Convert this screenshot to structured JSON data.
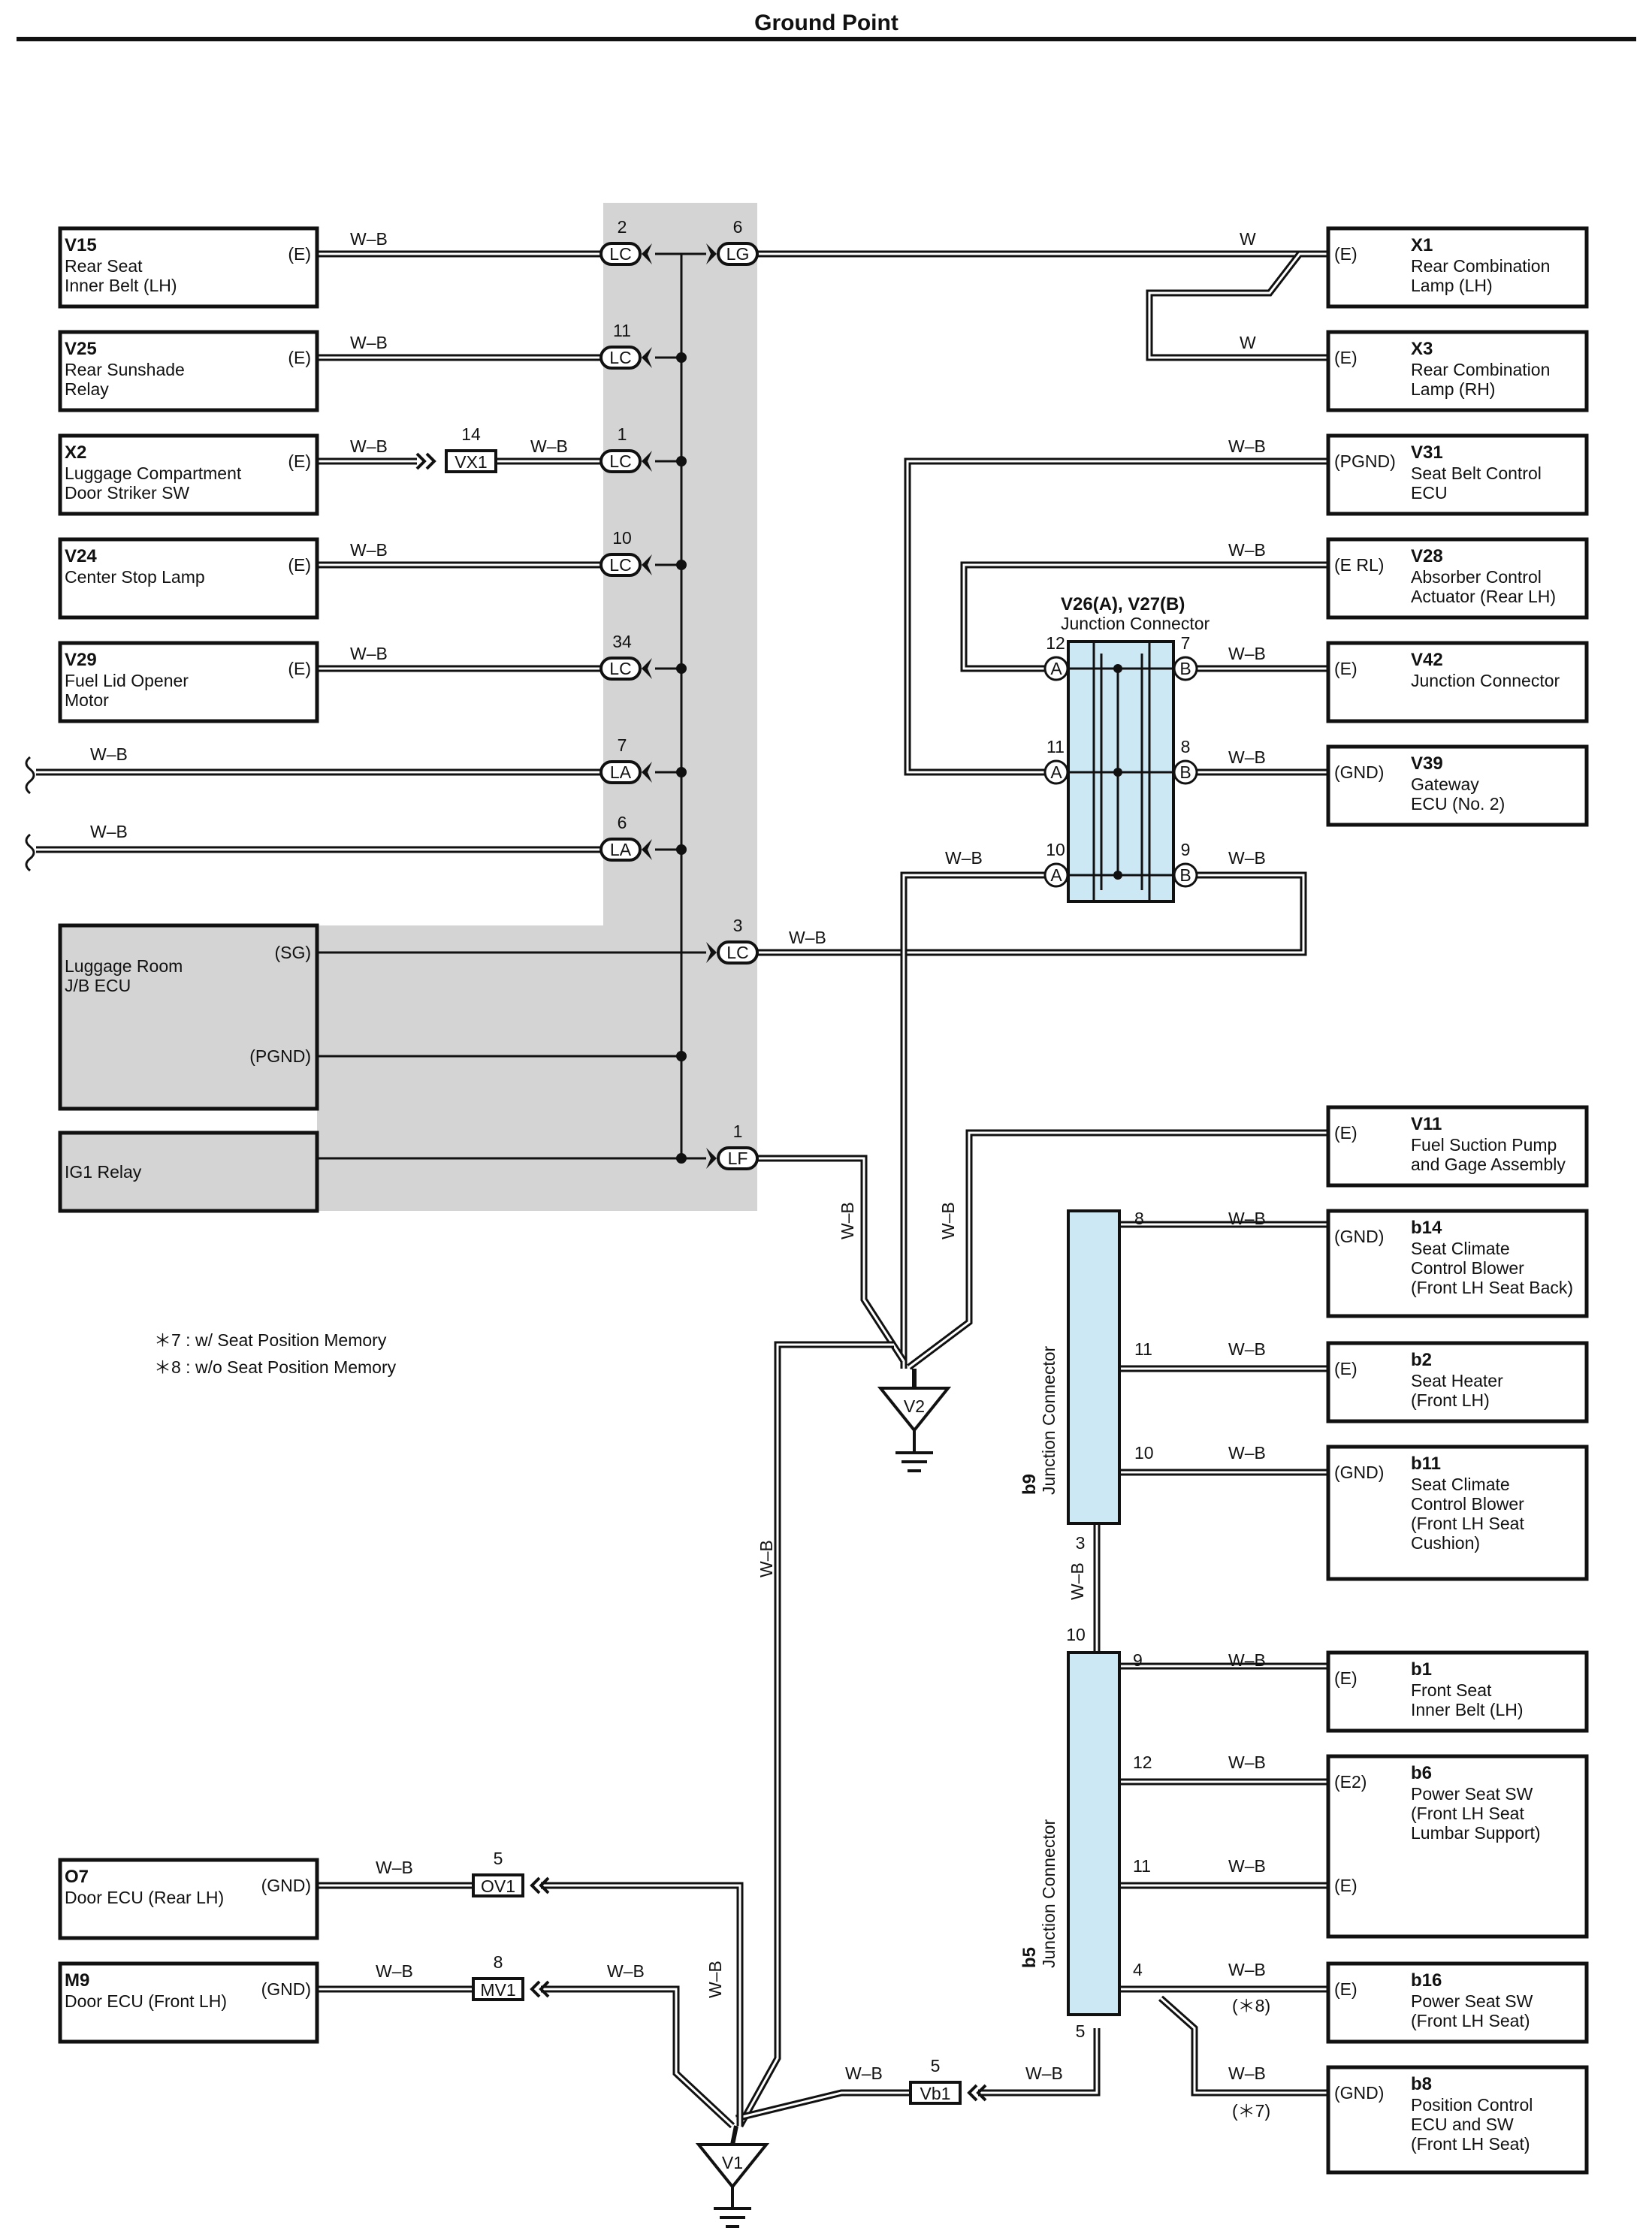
{
  "page": {
    "title": "Ground Point"
  },
  "left_components": [
    {
      "code": "V15",
      "lines": [
        "Rear Seat",
        "Inner Belt (LH)"
      ],
      "term": "(E)",
      "wire": "W–B",
      "pin": "2",
      "conn": "LC"
    },
    {
      "code": "V25",
      "lines": [
        "Rear Sunshade",
        "Relay"
      ],
      "term": "(E)",
      "wire": "W–B",
      "pin": "11",
      "conn": "LC"
    },
    {
      "code": "X2",
      "lines": [
        "Luggage Compartment",
        "Door Striker SW"
      ],
      "term": "(E)",
      "wire": "W–B",
      "pin": "1",
      "conn": "LC"
    },
    {
      "code": "V24",
      "lines": [
        "Center Stop Lamp"
      ],
      "term": "(E)",
      "wire": "W–B",
      "pin": "10",
      "conn": "LC"
    },
    {
      "code": "V29",
      "lines": [
        "Fuel Lid Opener",
        "Motor"
      ],
      "term": "(E)",
      "wire": "W–B",
      "pin": "34",
      "conn": "LC"
    }
  ],
  "x2_inline": {
    "pin": "14",
    "conn": "VX1",
    "wire": "W–B"
  },
  "open_wires": [
    {
      "wire": "W–B",
      "pin": "7",
      "conn": "LA"
    },
    {
      "wire": "W–B",
      "pin": "6",
      "conn": "LA"
    }
  ],
  "jb_ecu": {
    "lines": [
      "Luggage Room",
      "J/B ECU"
    ],
    "term_sg": "(SG)",
    "term_pgnd": "(PGND)",
    "wire": "W–B",
    "pin": "3",
    "conn": "LC"
  },
  "ig1": {
    "label": "IG1 Relay",
    "pin": "1",
    "conn": "LF"
  },
  "lg": {
    "pin": "6",
    "conn": "LG"
  },
  "right_top": [
    {
      "code": "X1",
      "lines": [
        "Rear Combination",
        "Lamp (LH)"
      ],
      "term": "(E)",
      "wire": "W"
    },
    {
      "code": "X3",
      "lines": [
        "Rear Combination",
        "Lamp (RH)"
      ],
      "term": "(E)",
      "wire": "W"
    },
    {
      "code": "V31",
      "lines": [
        "Seat Belt Control",
        "ECU"
      ],
      "term": "(PGND)",
      "wire": "W–B"
    },
    {
      "code": "V28",
      "lines": [
        "Absorber Control",
        "Actuator (Rear LH)"
      ],
      "term": "(E RL)",
      "wire": "W–B"
    },
    {
      "code": "V42",
      "lines": [
        "Junction Connector"
      ],
      "term": "(E)",
      "wire": "W–B"
    },
    {
      "code": "V39",
      "lines": [
        "Gateway",
        "ECU (No. 2)"
      ],
      "term": "(GND)",
      "wire": "W–B"
    },
    {
      "code": "V11",
      "lines": [
        "Fuel Suction Pump",
        "and Gage Assembly"
      ],
      "term": "(E)",
      "wire": "W–B"
    }
  ],
  "v26": {
    "title": "V26(A), V27(B)",
    "subtitle": "Junction Connector",
    "pins_a": [
      "12",
      "11",
      "10"
    ],
    "pins_b": [
      "7",
      "8",
      "9"
    ],
    "letter_a": "A",
    "letter_b": "B",
    "wire_a3": "W–B",
    "wire_b3": "W–B"
  },
  "notes": [
    "＊7 : w/ Seat Position Memory",
    "＊8 : w/o Seat Position Memory"
  ],
  "grounds": {
    "v2": "V2",
    "v1": "V1"
  },
  "vertical_wires": {
    "lf_down": "W–B",
    "v11_down": "W–B",
    "long_down": "W–B",
    "mv1_down": "W–B"
  },
  "b9": {
    "code": "b9",
    "label": "Junction Connector",
    "pin_bottom": "3",
    "link_wire": "W–B",
    "rows": [
      {
        "pin": "8",
        "wire": "W–B",
        "term": "(GND)",
        "code": "b14",
        "lines": [
          "Seat Climate",
          "Control Blower",
          "(Front LH Seat Back)"
        ]
      },
      {
        "pin": "11",
        "wire": "W–B",
        "term": "(E)",
        "code": "b2",
        "lines": [
          "Seat Heater",
          "(Front LH)"
        ]
      },
      {
        "pin": "10",
        "wire": "W–B",
        "term": "(GND)",
        "code": "b11",
        "lines": [
          "Seat Climate",
          "Control Blower",
          "(Front LH Seat",
          " Cushion)"
        ]
      }
    ]
  },
  "b5": {
    "code": "b5",
    "label": "Junction Connector",
    "pin_top": "10",
    "pin_bottom": "5",
    "rows": [
      {
        "pin": "9",
        "wire": "W–B",
        "term": "(E)",
        "code": "b1",
        "lines": [
          "Front Seat",
          "Inner Belt (LH)"
        ]
      },
      {
        "pin": "12",
        "wire": "W–B",
        "term": "(E2)",
        "code": "b6",
        "lines": [
          "Power Seat SW",
          "(Front LH Seat",
          " Lumbar Support)"
        ]
      },
      {
        "pin": "11",
        "wire": "W–B",
        "term": "(E)",
        "code": "",
        "lines": []
      },
      {
        "pin": "4",
        "wire": "W–B",
        "term": "(E)",
        "code": "b16",
        "lines": [
          "Power Seat SW",
          "(Front LH Seat)"
        ],
        "note": "(＊8)"
      }
    ],
    "b8": {
      "wire": "W–B",
      "term": "(GND)",
      "code": "b8",
      "lines": [
        "Position Control",
        "ECU and SW",
        "(Front LH Seat)"
      ],
      "note": "(＊7)"
    }
  },
  "doors": [
    {
      "code": "O7",
      "label": "Door ECU (Rear LH)",
      "term": "(GND)",
      "wire": "W–B",
      "pin": "5",
      "conn": "OV1"
    },
    {
      "code": "M9",
      "label": "Door ECU (Front LH)",
      "term": "(GND)",
      "wire": "W–B",
      "pin": "8",
      "conn": "MV1",
      "wire2": "W–B"
    }
  ],
  "vb1": {
    "pin": "5",
    "conn": "Vb1",
    "wire_left": "W–B",
    "wire_right": "W–B"
  }
}
